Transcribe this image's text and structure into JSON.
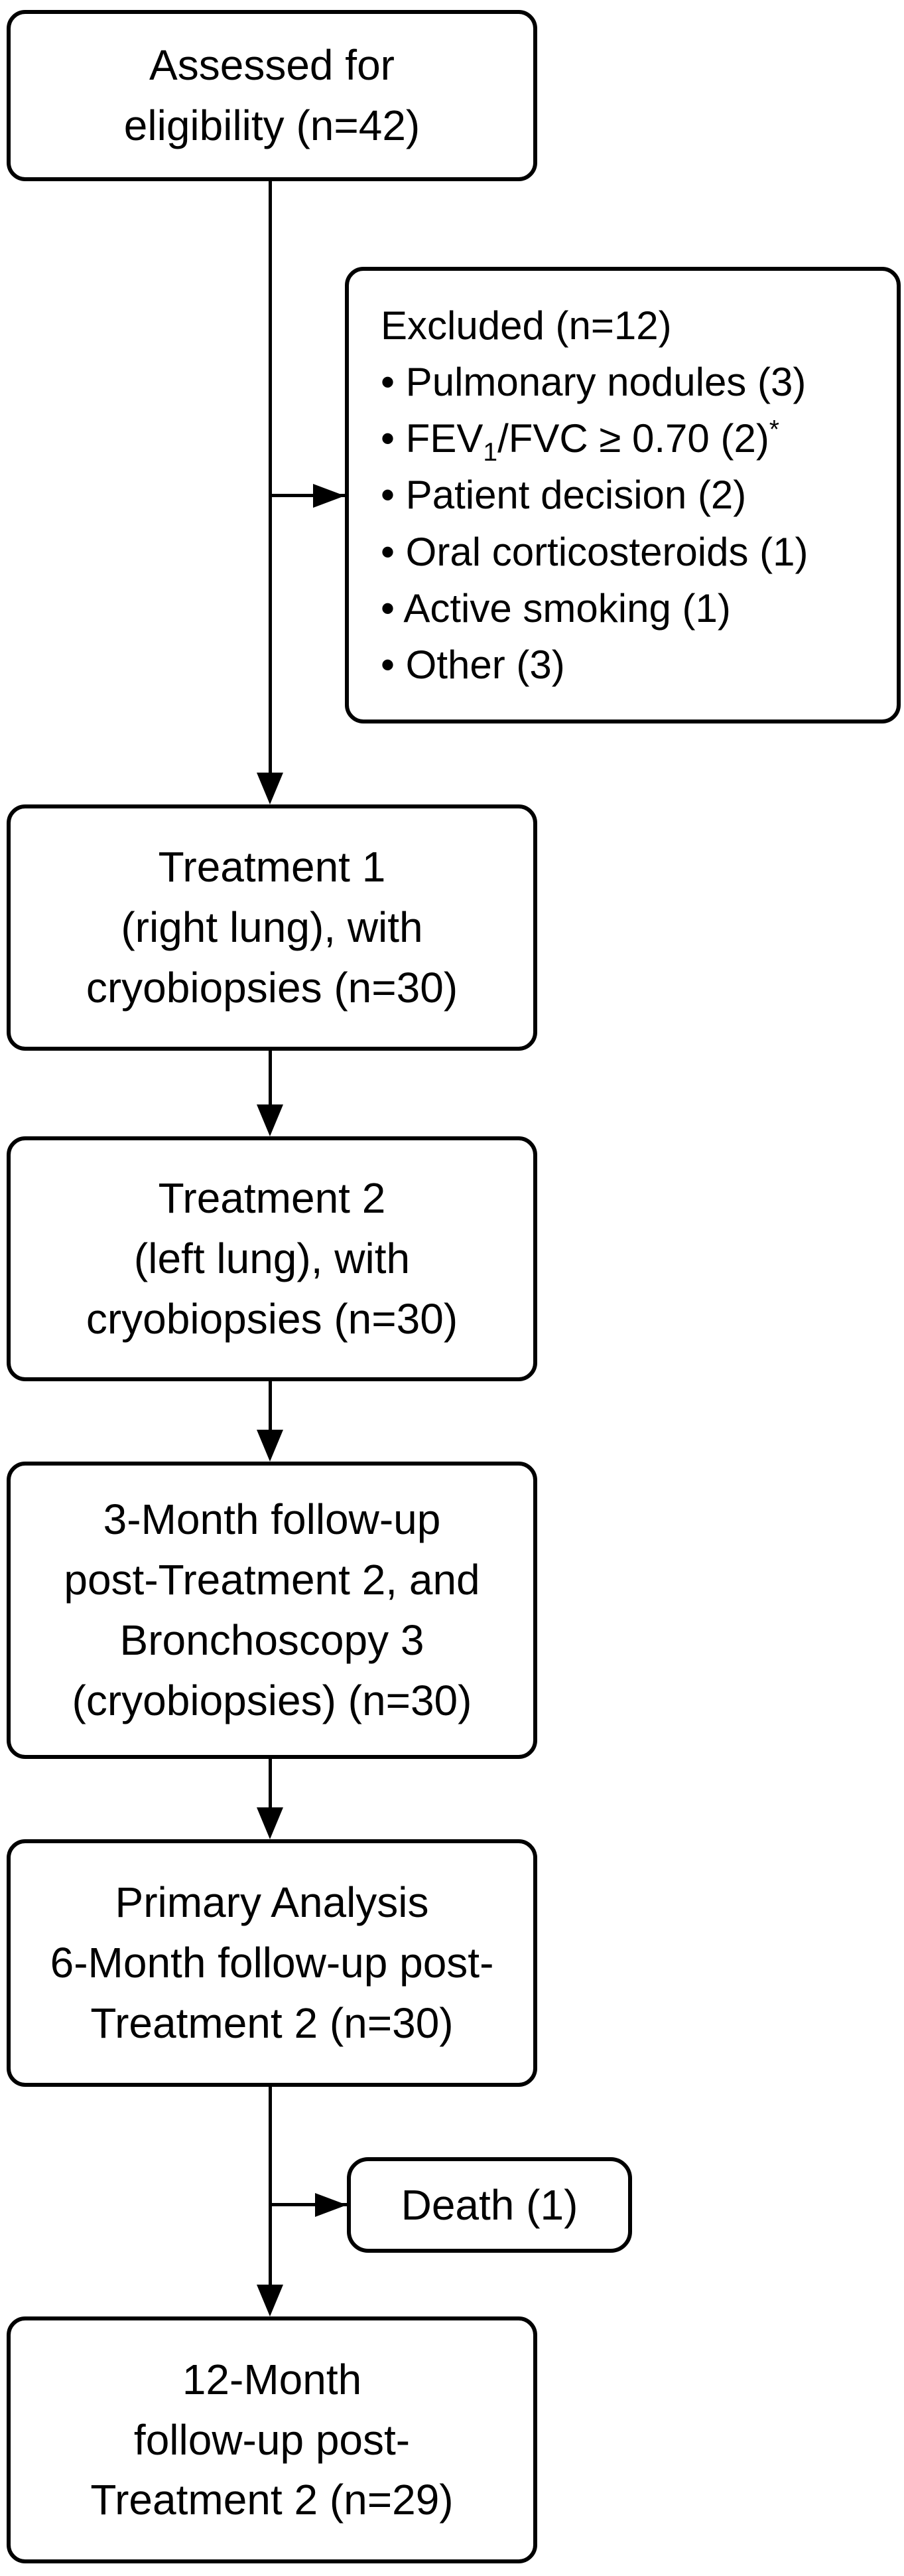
{
  "colors": {
    "background": "#ffffff",
    "line": "#000000",
    "text": "#000000",
    "box_border": "#000000",
    "box_fill": "#ffffff"
  },
  "flowchart": {
    "assessed": {
      "lines": [
        "Assessed for",
        "eligibility (n=42)"
      ]
    },
    "excluded": {
      "title": "Excluded (n=12)",
      "items": [
        {
          "text": "• Pulmonary nodules (3)"
        },
        {
          "pre": "• FEV",
          "sub": "1",
          "mid": "/FVC ≥ 0.70 (2)",
          "sup": "*"
        },
        {
          "text": "• Patient decision (2)"
        },
        {
          "text": "• Oral corticosteroids (1)"
        },
        {
          "text": "• Active smoking (1)"
        },
        {
          "text": "• Other (3)"
        }
      ]
    },
    "treatment1": {
      "lines": [
        "Treatment 1",
        "(right lung), with",
        "cryobiopsies (n=30)"
      ]
    },
    "treatment2": {
      "lines": [
        "Treatment 2",
        "(left lung), with",
        "cryobiopsies (n=30)"
      ]
    },
    "month3": {
      "lines": [
        "3-Month follow-up",
        "post-Treatment 2, and",
        "Bronchoscopy 3",
        "(cryobiopsies) (n=30)"
      ]
    },
    "primary": {
      "lines": [
        "Primary Analysis",
        "6-Month follow-up post-",
        "Treatment 2 (n=30)"
      ]
    },
    "death": {
      "lines": [
        "Death (1)"
      ]
    },
    "month12": {
      "lines": [
        "12-Month",
        "follow-up post-",
        "Treatment 2 (n=29)"
      ]
    }
  }
}
